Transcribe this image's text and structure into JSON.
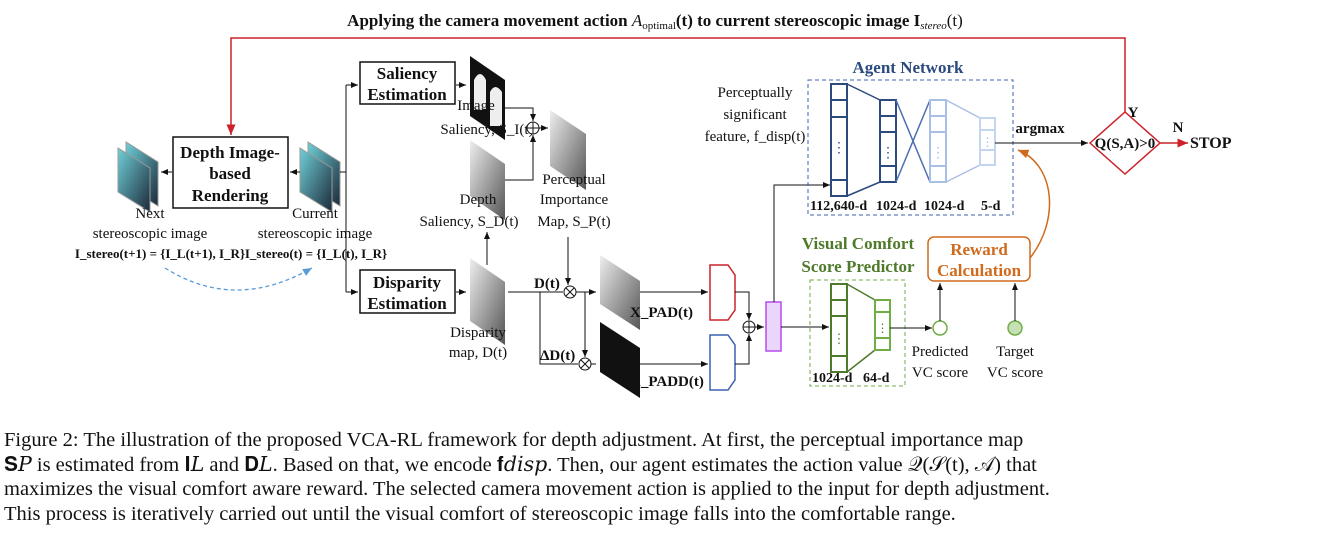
{
  "figure": {
    "top_label": {
      "prefix": "Applying the camera movement action ",
      "A": "A",
      "A_sub": "optimal",
      "mid": "(t) to current stereoscopic image ",
      "I": "I",
      "I_sub": "stereo",
      "suffix": "(t)"
    },
    "dibr": {
      "lines": [
        "Depth Image-",
        "based",
        "Rendering"
      ]
    },
    "next_image": {
      "lines": [
        "Next",
        "stereoscopic image"
      ],
      "formula": "I_stereo(t+1) = {I_L(t+1), I_R}"
    },
    "current_image": {
      "lines": [
        "Current",
        "stereoscopic image"
      ],
      "formula": "I_stereo(t) = {I_L(t), I_R}"
    },
    "saliency_box": {
      "lines": [
        "Saliency",
        "Estimation"
      ]
    },
    "disparity_box": {
      "lines": [
        "Disparity",
        "Estimation"
      ]
    },
    "image_saliency": {
      "lines": [
        "Image",
        "Saliency, S_I(t)"
      ]
    },
    "depth_saliency": {
      "lines": [
        "Depth",
        "Saliency, S_D(t)"
      ]
    },
    "perceptual_map": {
      "lines": [
        "Perceptual",
        "Importance",
        "Map, S_P(t)"
      ]
    },
    "disparity_map": {
      "lines": [
        "Disparity",
        "map, D(t)"
      ]
    },
    "d_label": "D(t)",
    "delta_d_label": "ΔD(t)",
    "x_pad": "X_PAD(t)",
    "x_padd": "X_PADD(t)",
    "feature": {
      "lines": [
        "Perceptually",
        "significant",
        "feature, f_disp(t)"
      ]
    },
    "agent": {
      "title": "Agent Network",
      "dims": [
        "112,640-d",
        "1024-d",
        "1024-d",
        "5-d"
      ]
    },
    "vc_predictor": {
      "lines": [
        "Visual Comfort",
        "Score Predictor"
      ],
      "dims": [
        "1024-d",
        "64-d"
      ]
    },
    "reward": {
      "lines": [
        "Reward",
        "Calculation"
      ]
    },
    "predicted": {
      "lines": [
        "Predicted",
        "VC score"
      ]
    },
    "target": {
      "lines": [
        "Target",
        "VC score"
      ]
    },
    "argmax": "argmax",
    "decision": "Q(S,A)>0",
    "yes": "Y",
    "no": "N",
    "stop": "STOP",
    "colors": {
      "red": "#cc2229",
      "agent_dark": "#2b4a7e",
      "agent_light": "#a9c0e6",
      "green": "#4f7a2b",
      "orange": "#d06a1c",
      "purple": "#b64cf0",
      "blue_dash": "#5b9bd5"
    }
  },
  "caption": {
    "lines": [
      "Figure 2: The illustration of the proposed VCA-RL framework for depth adjustment. At first, the perceptual importance map",
      "𝐒𝑃 is estimated from 𝐈𝐿 and 𝐃𝐿. Based on that, we encode 𝐟𝑑𝑖𝑠𝑝. Then, our agent estimates the action value 𝒬(𝒮(t), 𝒜) that",
      "maximizes the visual comfort aware reward. The selected camera movement action is applied to the input for depth adjustment.",
      "This process is iteratively carried out until the visual comfort of stereoscopic image falls into the comfortable range."
    ]
  }
}
